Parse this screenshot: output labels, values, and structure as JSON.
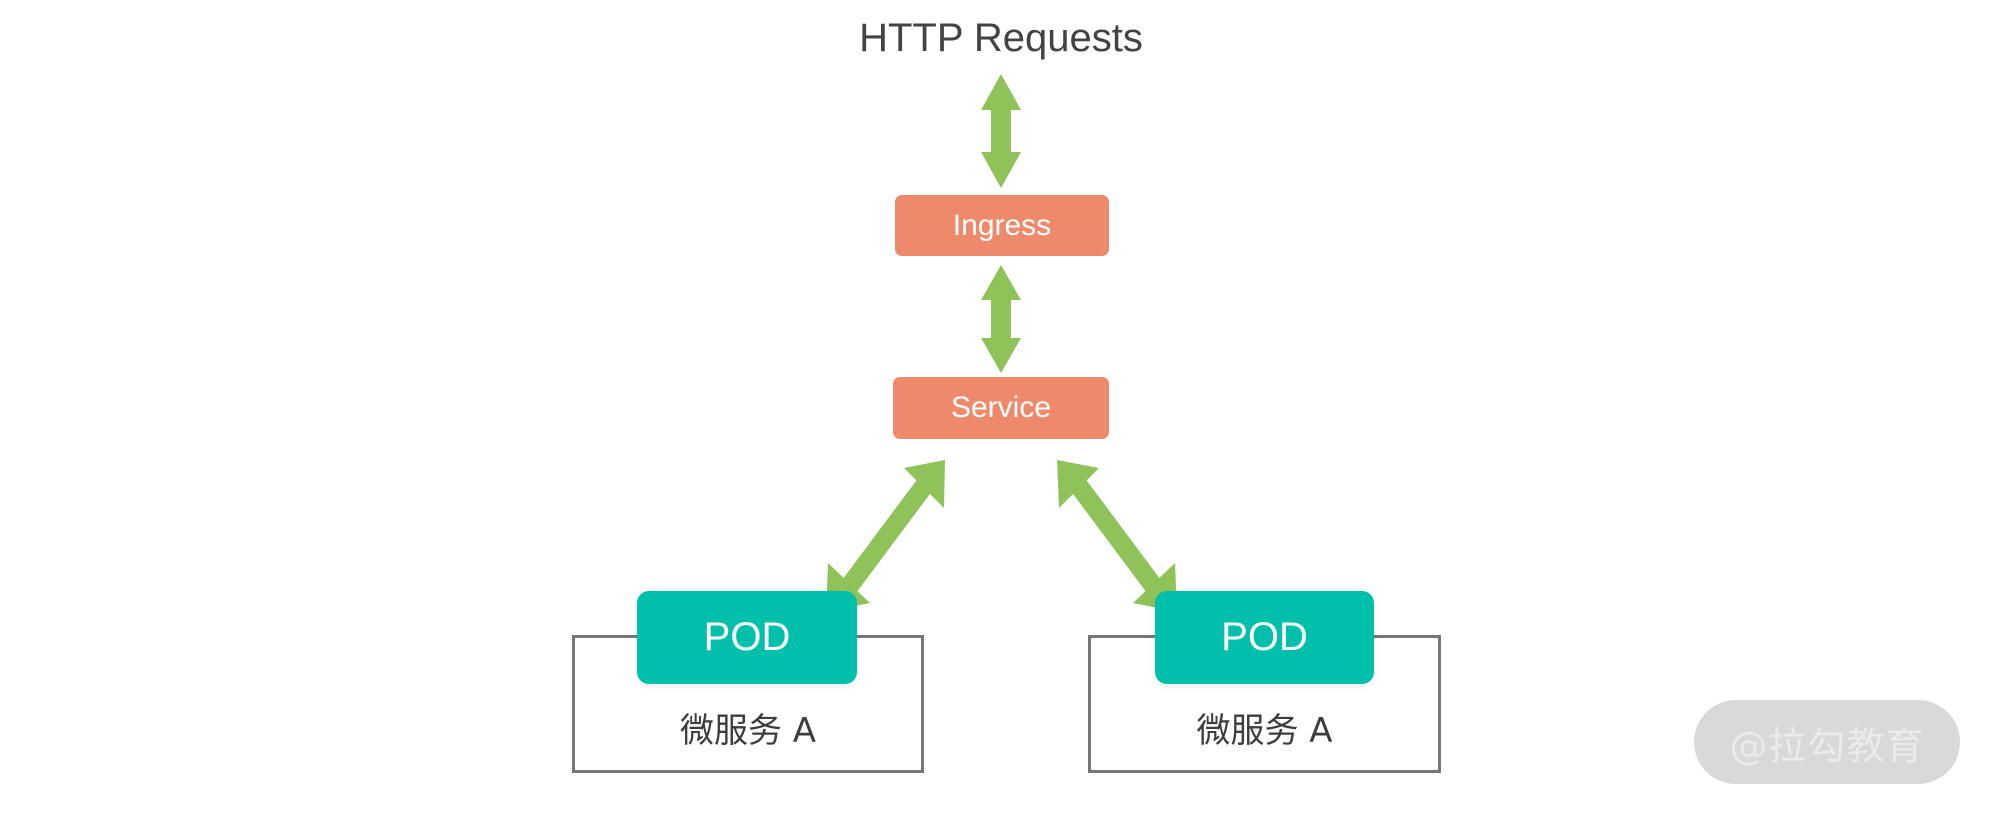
{
  "diagram": {
    "title": "HTTP Requests",
    "background_color": "#ffffff",
    "title_color": "#434343",
    "colors": {
      "gateway_orange": "#ee8a6b",
      "pod_teal": "#00c0ab",
      "arrow_green": "#8fc35a",
      "frame_gray": "#767676",
      "watermark_pill": "#d9d9d9",
      "watermark_text": "#ebebeb"
    },
    "nodes": {
      "ingress": {
        "label": "Ingress"
      },
      "service": {
        "label": "Service"
      },
      "pod_left": {
        "label": "POD"
      },
      "pod_right": {
        "label": "POD"
      },
      "microservice_left": {
        "label": "微服务 A"
      },
      "microservice_right": {
        "label": "微服务 A"
      }
    },
    "connectors": [
      {
        "name": "requests-to-ingress",
        "from": "HTTP Requests",
        "to": "Ingress",
        "style": "double-headed",
        "color": "#8fc35a"
      },
      {
        "name": "ingress-to-service",
        "from": "Ingress",
        "to": "Service",
        "style": "double-headed",
        "color": "#8fc35a"
      },
      {
        "name": "service-to-pod-left",
        "from": "Service",
        "to": "POD (left)",
        "style": "double-headed",
        "color": "#8fc35a"
      },
      {
        "name": "service-to-pod-right",
        "from": "Service",
        "to": "POD (right)",
        "style": "double-headed",
        "color": "#8fc35a"
      }
    ],
    "watermark": {
      "text": "@拉勾教育"
    }
  }
}
